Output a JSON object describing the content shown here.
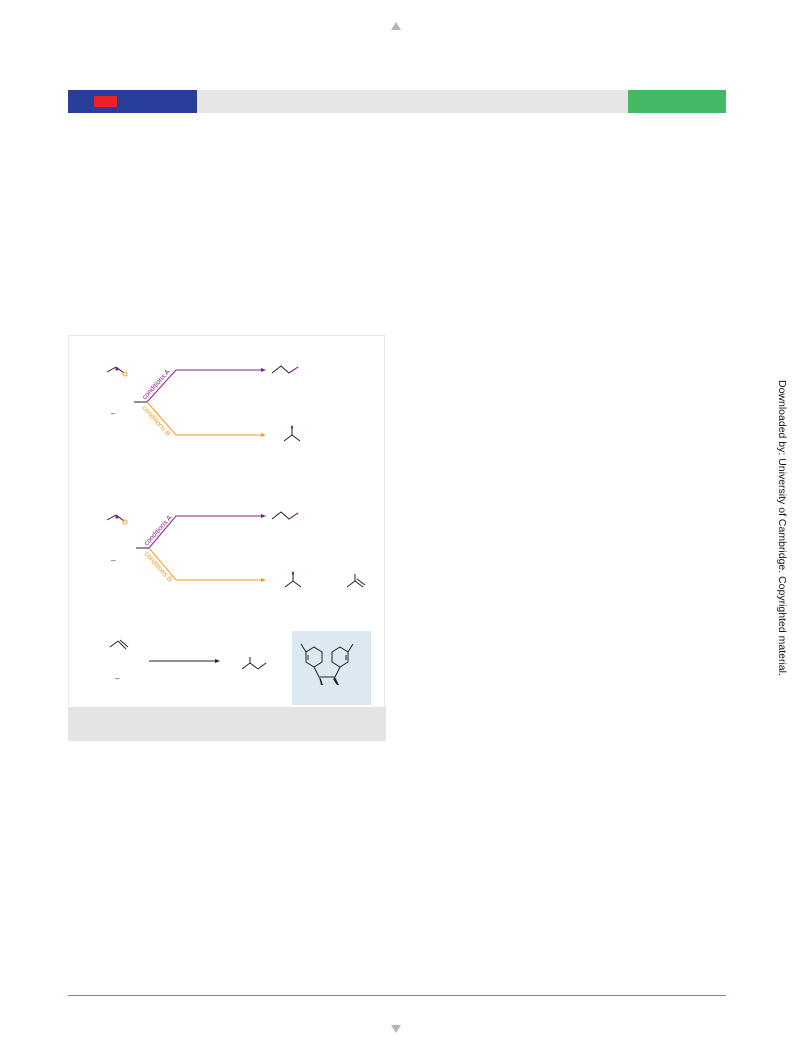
{
  "colors": {
    "header_blue": "#283e99",
    "header_red": "#ec2227",
    "header_green": "#45b864",
    "header_gray": "#e6e6e6",
    "conditions_a": "#8b1a8c",
    "conditions_b": "#f39b21",
    "inset_bg": "#dde9f2",
    "footer_rule": "#7a86c4"
  },
  "figure": {
    "schemes": [
      {
        "label_top": "conditions A",
        "label_bottom": "conditions B",
        "minus": "–"
      },
      {
        "label_top": "conditions A",
        "label_bottom": "conditions B",
        "minus": "–"
      },
      {
        "minus": "–"
      }
    ]
  },
  "side_notice": "Downloaded by: University of Cambridge. Copyrighted material."
}
